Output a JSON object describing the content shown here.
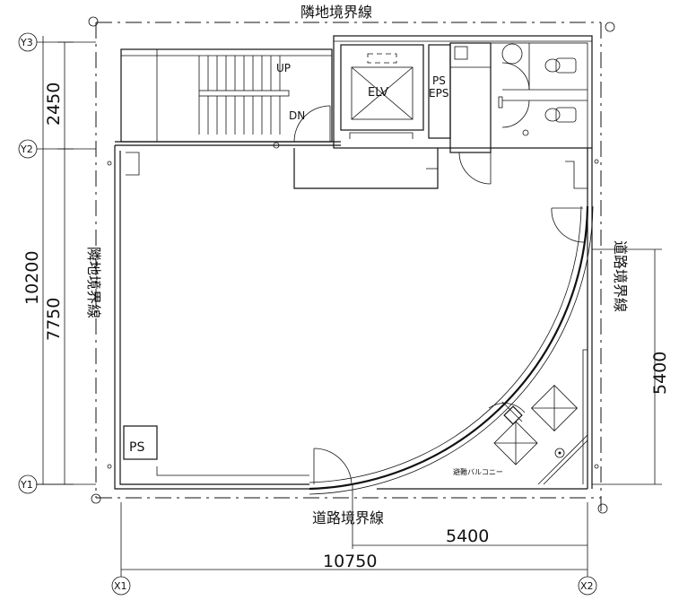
{
  "boundaries": {
    "top": "隣地境界線",
    "left": "隣地境界線",
    "right": "道路境界線",
    "bottom": "道路境界線"
  },
  "grid": {
    "y3": "Y3",
    "y2": "Y2",
    "y1": "Y1",
    "x1": "X1",
    "x2": "X2"
  },
  "dimensions": {
    "left_upper": "2450",
    "left_lower": "7750",
    "left_total": "10200",
    "right": "5400",
    "bottom_partial": "5400",
    "bottom_total": "10750"
  },
  "rooms": {
    "stair_up": "UP",
    "stair_down": "DN",
    "elevator": "ELV",
    "ps_eps": "PS\nEPS",
    "ps": "PS",
    "balcony": "避難バルコニー"
  }
}
